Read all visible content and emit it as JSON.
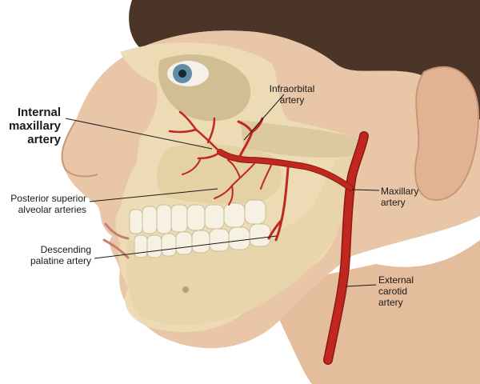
{
  "labels": {
    "internal_maxillary": "Internal\nmaxillary\nartery",
    "infraorbital": "Infraorbital\nartery",
    "posterior_superior_alveolar": "Posterior superior\nalveolar arteries",
    "descending_palatine": "Descending\npalatine artery",
    "maxillary": "Maxillary\nartery",
    "external_carotid": "External\ncarotid\nartery"
  },
  "colors": {
    "skin": "#e9c6a8",
    "skin_shadow": "#d4a585",
    "bone": "#ecdcb6",
    "bone_shadow": "#cdb98e",
    "hair": "#4a3526",
    "artery": "#c0271e",
    "artery_dark": "#8e1812",
    "tooth": "#f6f1e2",
    "leader": "#1a1a1a"
  }
}
